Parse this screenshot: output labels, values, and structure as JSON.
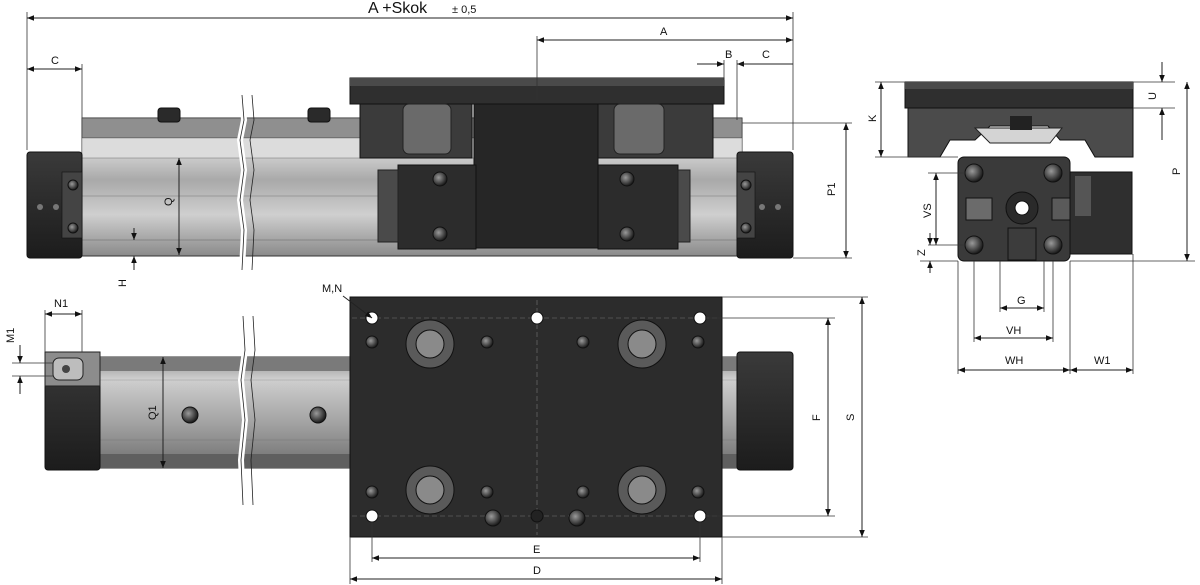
{
  "dimensions": {
    "total_length": "A +Skok",
    "tolerance": "± 0,5",
    "a": "A",
    "b": "B",
    "c_right": "C",
    "c_left": "C",
    "p1": "P1",
    "q": "Q",
    "h": "H",
    "k": "K",
    "u": "U",
    "p": "P",
    "vs": "VS",
    "z": "Z",
    "g": "G",
    "vh": "VH",
    "wh": "WH",
    "w1": "W1",
    "n1": "N1",
    "m1": "M1",
    "mn": "M,N",
    "q1": "Q1",
    "f": "F",
    "s": "S",
    "e": "E",
    "d": "D"
  },
  "colors": {
    "steel_dark": "#2b2b2b",
    "steel_mid": "#6f6f6f",
    "aluminium_light": "#c9c9c9",
    "outline": "#111111"
  }
}
